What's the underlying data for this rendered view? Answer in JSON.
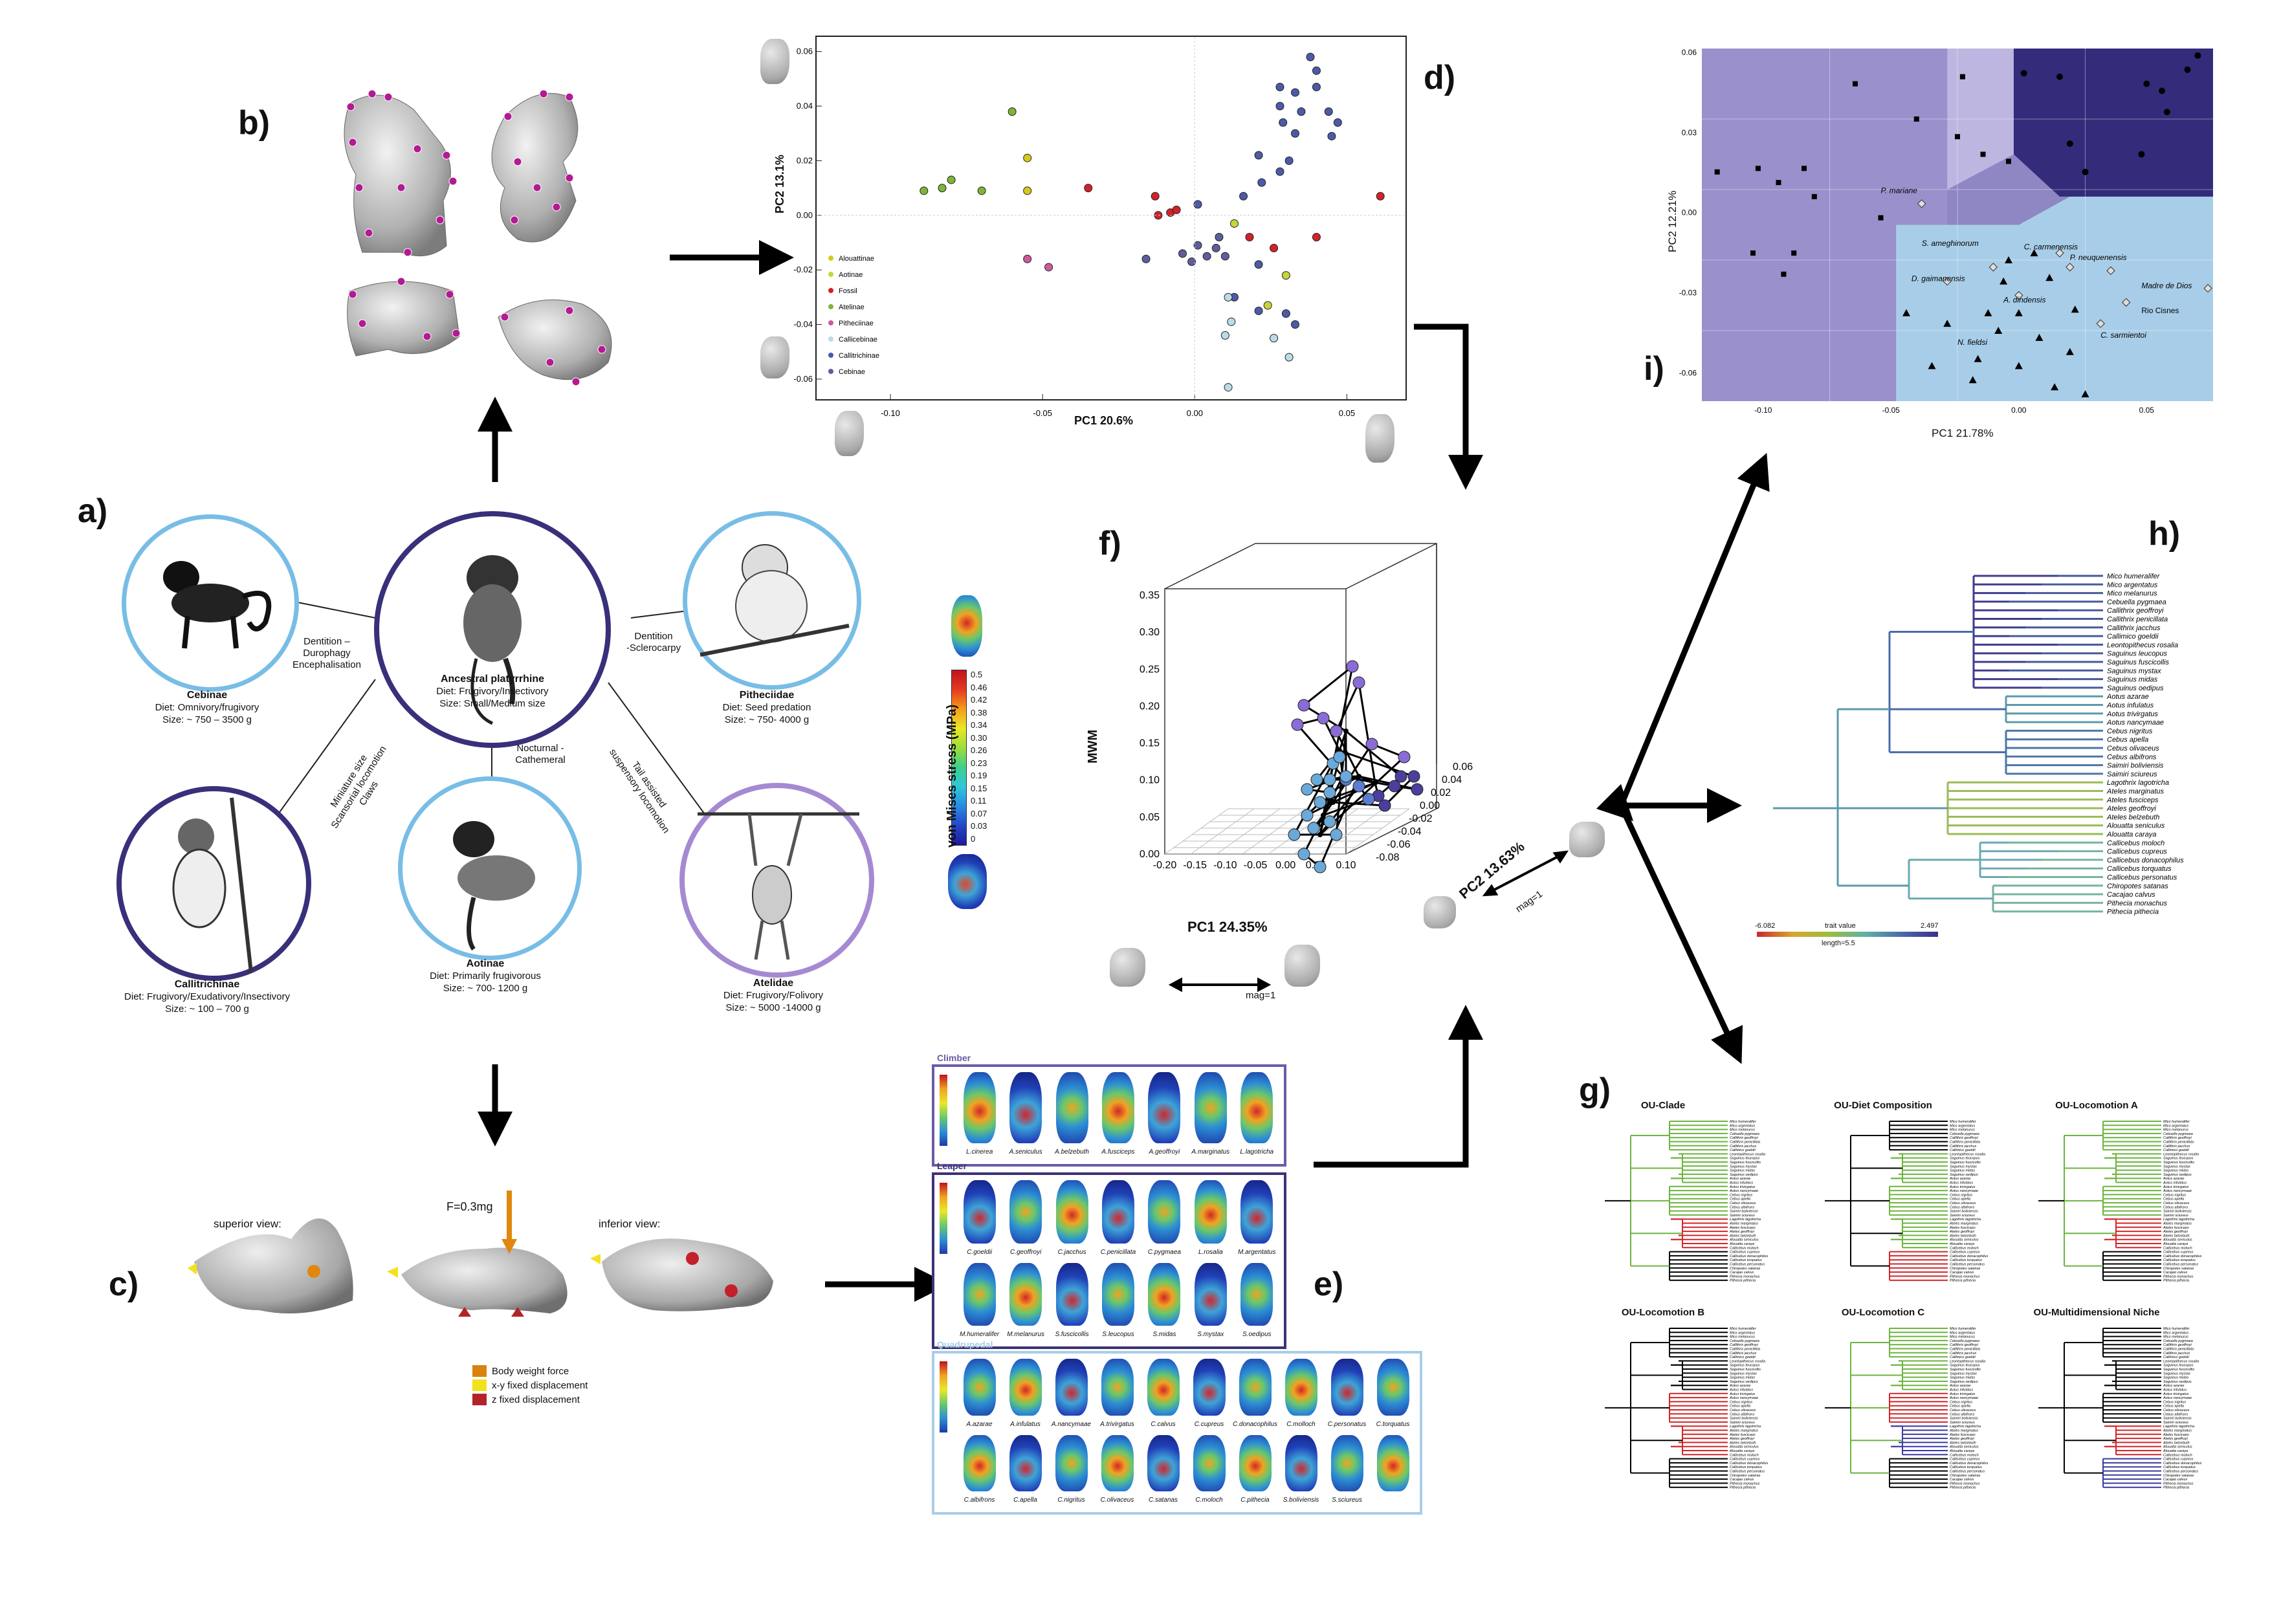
{
  "panel_labels": {
    "a": "a)",
    "b": "b)",
    "c": "c)",
    "d": "d)",
    "e": "e)",
    "f": "f)",
    "g": "g)",
    "h": "h)",
    "i": "i)"
  },
  "panel_a": {
    "center": {
      "title": "Ancestral platyrrhine",
      "diet": "Diet: Frugivory/Insectivory",
      "size": "Size: Small/Medium size"
    },
    "cebinae": {
      "title": "Cebinae",
      "diet": "Diet: Omnivory/frugivory",
      "size": "Size: ~ 750 – 3500 g"
    },
    "pitheciidae": {
      "title": "Pitheciidae",
      "diet": "Diet: Seed predation",
      "size": "Size: ~ 750- 4000 g"
    },
    "callitrichinae": {
      "title": "Callitrichinae",
      "diet": "Diet: Frugivory/Exudativory/Insectivory",
      "size": "Size: ~ 100 – 700 g"
    },
    "aotinae": {
      "title": "Aotinae",
      "diet": "Diet: Primarily frugivorous",
      "size": "Size: ~ 700- 1200 g"
    },
    "atelidae": {
      "title": "Atelidae",
      "diet": "Diet: Frugivory/Folivory",
      "size": "Size: ~ 5000 -14000 g"
    },
    "edges": {
      "cebinae": [
        "Dentition –",
        "Durophagy",
        "Encephalisation"
      ],
      "pitheciidae": [
        "Dentition",
        "-Sclerocarpy"
      ],
      "callitrichinae": [
        "Miniature size",
        "Scansorial locomotion",
        "Claws"
      ],
      "aotinae": [
        "Nocturnal -",
        "Cathemeral"
      ],
      "atelidae": [
        "Tail assisted",
        "suspensory locomotion"
      ]
    }
  },
  "panel_c": {
    "superior": "superior view:",
    "inferior": "inferior view:",
    "force": "F=0.3mg",
    "legend": [
      {
        "label": "Body weight force",
        "color": "#d9820f"
      },
      {
        "label": "x-y fixed displacement",
        "color": "#f2e21b"
      },
      {
        "label": "z fixed displacement",
        "color": "#b2242a"
      }
    ]
  },
  "panel_d": {
    "xlabel": "PC1 20.6%",
    "ylabel": "PC2 13.1%",
    "xticks": [
      "-0.10",
      "-0.05",
      "0.00",
      "0.05"
    ],
    "yticks": [
      "0.06",
      "0.04",
      "0.02",
      "0.00",
      "-0.02",
      "-0.04",
      "-0.06"
    ],
    "legend": [
      {
        "label": "Alouattinae",
        "color": "#d8c81a"
      },
      {
        "label": "Aotinae",
        "color": "#c7d43a"
      },
      {
        "label": "Fossil",
        "color": "#d1222a"
      },
      {
        "label": "Atelinae",
        "color": "#7fb33a"
      },
      {
        "label": "Pitheciinae",
        "color": "#cc5a9a"
      },
      {
        "label": "Callicebinae",
        "color": "#b9dde8"
      },
      {
        "label": "Callitrichinae",
        "color": "#4d5aa8"
      },
      {
        "label": "Cebinae",
        "color": "#5e5e9c"
      }
    ]
  },
  "panel_e": {
    "boxes": [
      {
        "title": "Climber",
        "color": "#6b5ba6",
        "labels": [
          "L.cinerea",
          "A.seniculus",
          "A.belzebuth",
          "A.fusciceps",
          "A.geoffroyi",
          "A.marginatus",
          "L.lagotricha"
        ]
      },
      {
        "title": "Leaper",
        "color": "#3d3276",
        "labels": [
          "C.goeldii",
          "C.geoffroyi",
          "C.jacchus",
          "C.penicillata",
          "C.pygmaea",
          "L.rosalia",
          "M.argentatus",
          "M.humeralifer",
          "M.melanurus",
          "S.fuscicollis",
          "S.leucopus",
          "S.midas",
          "S.mystax",
          "S.oedipus"
        ]
      },
      {
        "title": "Quadrupedal",
        "color": "#a8cde8",
        "labels": [
          "A.azarae",
          "A.infulatus",
          "A.nancymaae",
          "A.trivirgatus",
          "C.calvus",
          "C.cupreus",
          "C.donacophilus",
          "C.molloch",
          "C.personatus",
          "C.torquatus",
          "C.albifrons",
          "C.apella",
          "C.nigritus",
          "C.olivaceus",
          "C.satanas",
          "C.moloch",
          "C.pithecia",
          "S.boliviensis",
          "S.sciureus"
        ]
      }
    ]
  },
  "panel_f": {
    "zlabel": "MWM",
    "xlabel": "PC1 24.35%",
    "ylabel": "PC2 13.63%",
    "zticks": [
      "0.35",
      "0.30",
      "0.25",
      "0.20",
      "0.15",
      "0.10",
      "0.05",
      "0.00"
    ],
    "xticks": [
      "-0.20",
      "-0.15",
      "-0.10",
      "-0.05",
      "0.00",
      "0.05",
      "0.10"
    ],
    "yticks": [
      "0.06",
      "0.04",
      "0.02",
      "0.00",
      "-0.02",
      "-0.04",
      "-0.06",
      "-0.08"
    ],
    "mag1": "mag=1",
    "mag2": "mag=1",
    "colorbar_title": "von Mises stress (MPa)",
    "colorbar_ticks": [
      "0.5",
      "0.46",
      "0.42",
      "0.38",
      "0.34",
      "0.30",
      "0.26",
      "0.23",
      "0.19",
      "0.15",
      "0.11",
      "0.07",
      "0.03",
      "0"
    ]
  },
  "panel_g": {
    "titles": [
      "OU-Clade",
      "OU-Diet Composition",
      "OU-Locomotion A",
      "OU-Locomotion B",
      "OU-Locomotion C",
      "OU-Multidimensional Niche"
    ]
  },
  "panel_h": {
    "taxa": [
      "Mico humeralifer",
      "Mico argentatus",
      "Mico melanurus",
      "Cebuella pygmaea",
      "Callithrix geoffroyi",
      "Callithrix penicillata",
      "Callithrix jacchus",
      "Callimico goeldii",
      "Leontopithecus rosalia",
      "Saguinus leucopus",
      "Saguinus fuscicollis",
      "Saguinus mystax",
      "Saguinus midas",
      "Saguinus oedipus",
      "Aotus azarae",
      "Aotus infulatus",
      "Aotus trivirgatus",
      "Aotus nancymaae",
      "Cebus nigritus",
      "Cebus apella",
      "Cebus olivaceus",
      "Cebus albifrons",
      "Saimiri boliviensis",
      "Saimiri sciureus",
      "Lagothrix lagotricha",
      "Ateles marginatus",
      "Ateles fusciceps",
      "Ateles geoffroyi",
      "Ateles belzebuth",
      "Alouatta seniculus",
      "Alouatta caraya",
      "Callicebus moloch",
      "Callicebus cupreus",
      "Callicebus donacophilus",
      "Callicebus torquatus",
      "Callicebus personatus",
      "Chiropotes satanas",
      "Cacajao calvus",
      "Pithecia monachus",
      "Pithecia pithecia"
    ],
    "scale_min": "-6.082",
    "scale_mid": "trait value",
    "scale_max": "2.497",
    "length": "length=5.5"
  },
  "panel_i": {
    "xlabel": "PC1 21.78%",
    "ylabel": "PC2 12.21%",
    "xticks": [
      "-0.10",
      "-0.05",
      "0.00",
      "0.05"
    ],
    "yticks": [
      "0.06",
      "0.03",
      "0.00",
      "-0.03",
      "-0.06"
    ],
    "labels": [
      "P. mariane",
      "S. ameghinorum",
      "C. carmenensis",
      "P. neuquenensis",
      "D. gaimanensis",
      "A. dindensis",
      "Madre de Dios",
      "Rio Cisnes",
      "N. fieldsi",
      "C. sarmientoi"
    ]
  }
}
